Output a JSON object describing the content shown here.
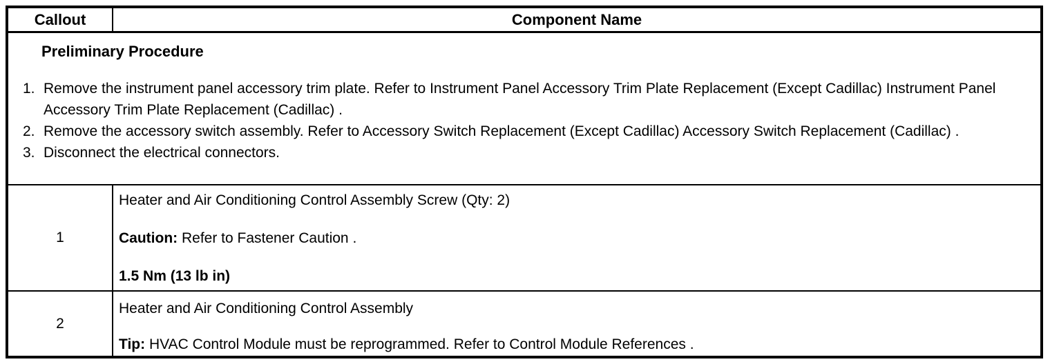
{
  "table": {
    "header": {
      "callout": "Callout",
      "component_name": "Component Name"
    },
    "preliminary": {
      "title": "Preliminary Procedure",
      "steps": [
        {
          "num": "1.",
          "text": "Remove the instrument panel accessory trim plate. Refer to Instrument Panel Accessory Trim Plate Replacement (Except Cadillac) Instrument Panel Accessory Trim Plate Replacement (Cadillac) ."
        },
        {
          "num": "2.",
          "text": "Remove the accessory switch assembly. Refer to Accessory Switch Replacement (Except Cadillac) Accessory Switch Replacement (Cadillac) ."
        },
        {
          "num": "3.",
          "text": "Disconnect the electrical connectors."
        }
      ]
    },
    "rows": [
      {
        "callout": "1",
        "name": "Heater and Air Conditioning Control Assembly Screw (Qty: 2)",
        "note_label": "Caution:",
        "note_text": " Refer to Fastener Caution .",
        "torque": "1.5 Nm (13 lb in)"
      },
      {
        "callout": "2",
        "name": "Heater and Air Conditioning Control Assembly",
        "note_label": "Tip:",
        "note_text": " HVAC Control Module must be reprogrammed. Refer to Control Module References ."
      }
    ]
  }
}
